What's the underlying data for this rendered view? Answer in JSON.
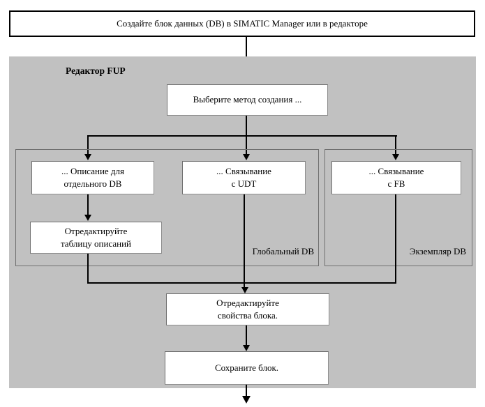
{
  "colors": {
    "panel_bg": "#c1c1c1",
    "line": "#000000",
    "box_border": "#8c8c8c",
    "container_border": "#6f6f6f",
    "outer_box_border": "#000000"
  },
  "flow": {
    "create_db": "Создайте блок данных (DB) в SIMATIC Manager или в редакторе",
    "editor_label": "Редактор FUP",
    "choose_method": "Выберите метод создания ...",
    "branch_description": {
      "line1": "... Описание для",
      "line2": "отдельного DB"
    },
    "branch_udt": {
      "line1": "... Связывание",
      "line2": "с UDT"
    },
    "branch_fb": {
      "line1": "... Связывание",
      "line2": "с FB"
    },
    "edit_declaration_table": {
      "line1": "Отредактируйте",
      "line2": "таблицу описаний"
    },
    "global_db_label": "Глобальный DB",
    "instance_db_label": "Экземпляр DB",
    "edit_block_properties": {
      "line1": "Отредактируйте",
      "line2": "свойства блока."
    },
    "save_block": "Сохраните блок."
  }
}
